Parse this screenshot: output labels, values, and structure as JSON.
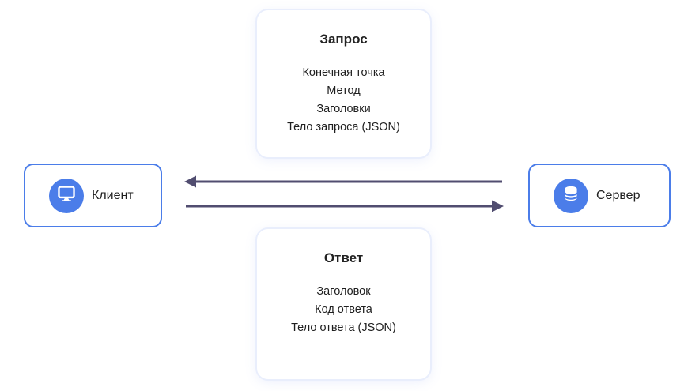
{
  "diagram": {
    "request_card": {
      "title": "Запрос",
      "items": [
        "Конечная точка",
        "Метод",
        "Заголовки",
        "Тело запроса (JSON)"
      ]
    },
    "response_card": {
      "title": "Ответ",
      "items": [
        "Заголовок",
        "Код ответа",
        "Тело ответа (JSON)"
      ]
    },
    "client_node": {
      "label": "Клиент",
      "icon": "monitor-icon"
    },
    "server_node": {
      "label": "Сервер",
      "icon": "database-icon"
    },
    "arrows": [
      {
        "name": "server-to-client-arrow",
        "direction": "left"
      },
      {
        "name": "client-to-server-arrow",
        "direction": "right"
      }
    ],
    "colors": {
      "accent_blue": "#4b7de9",
      "arrow": "#514d70",
      "card_border": "#e9eefc",
      "text": "#1f1f1f",
      "background": "#ffffff"
    }
  }
}
